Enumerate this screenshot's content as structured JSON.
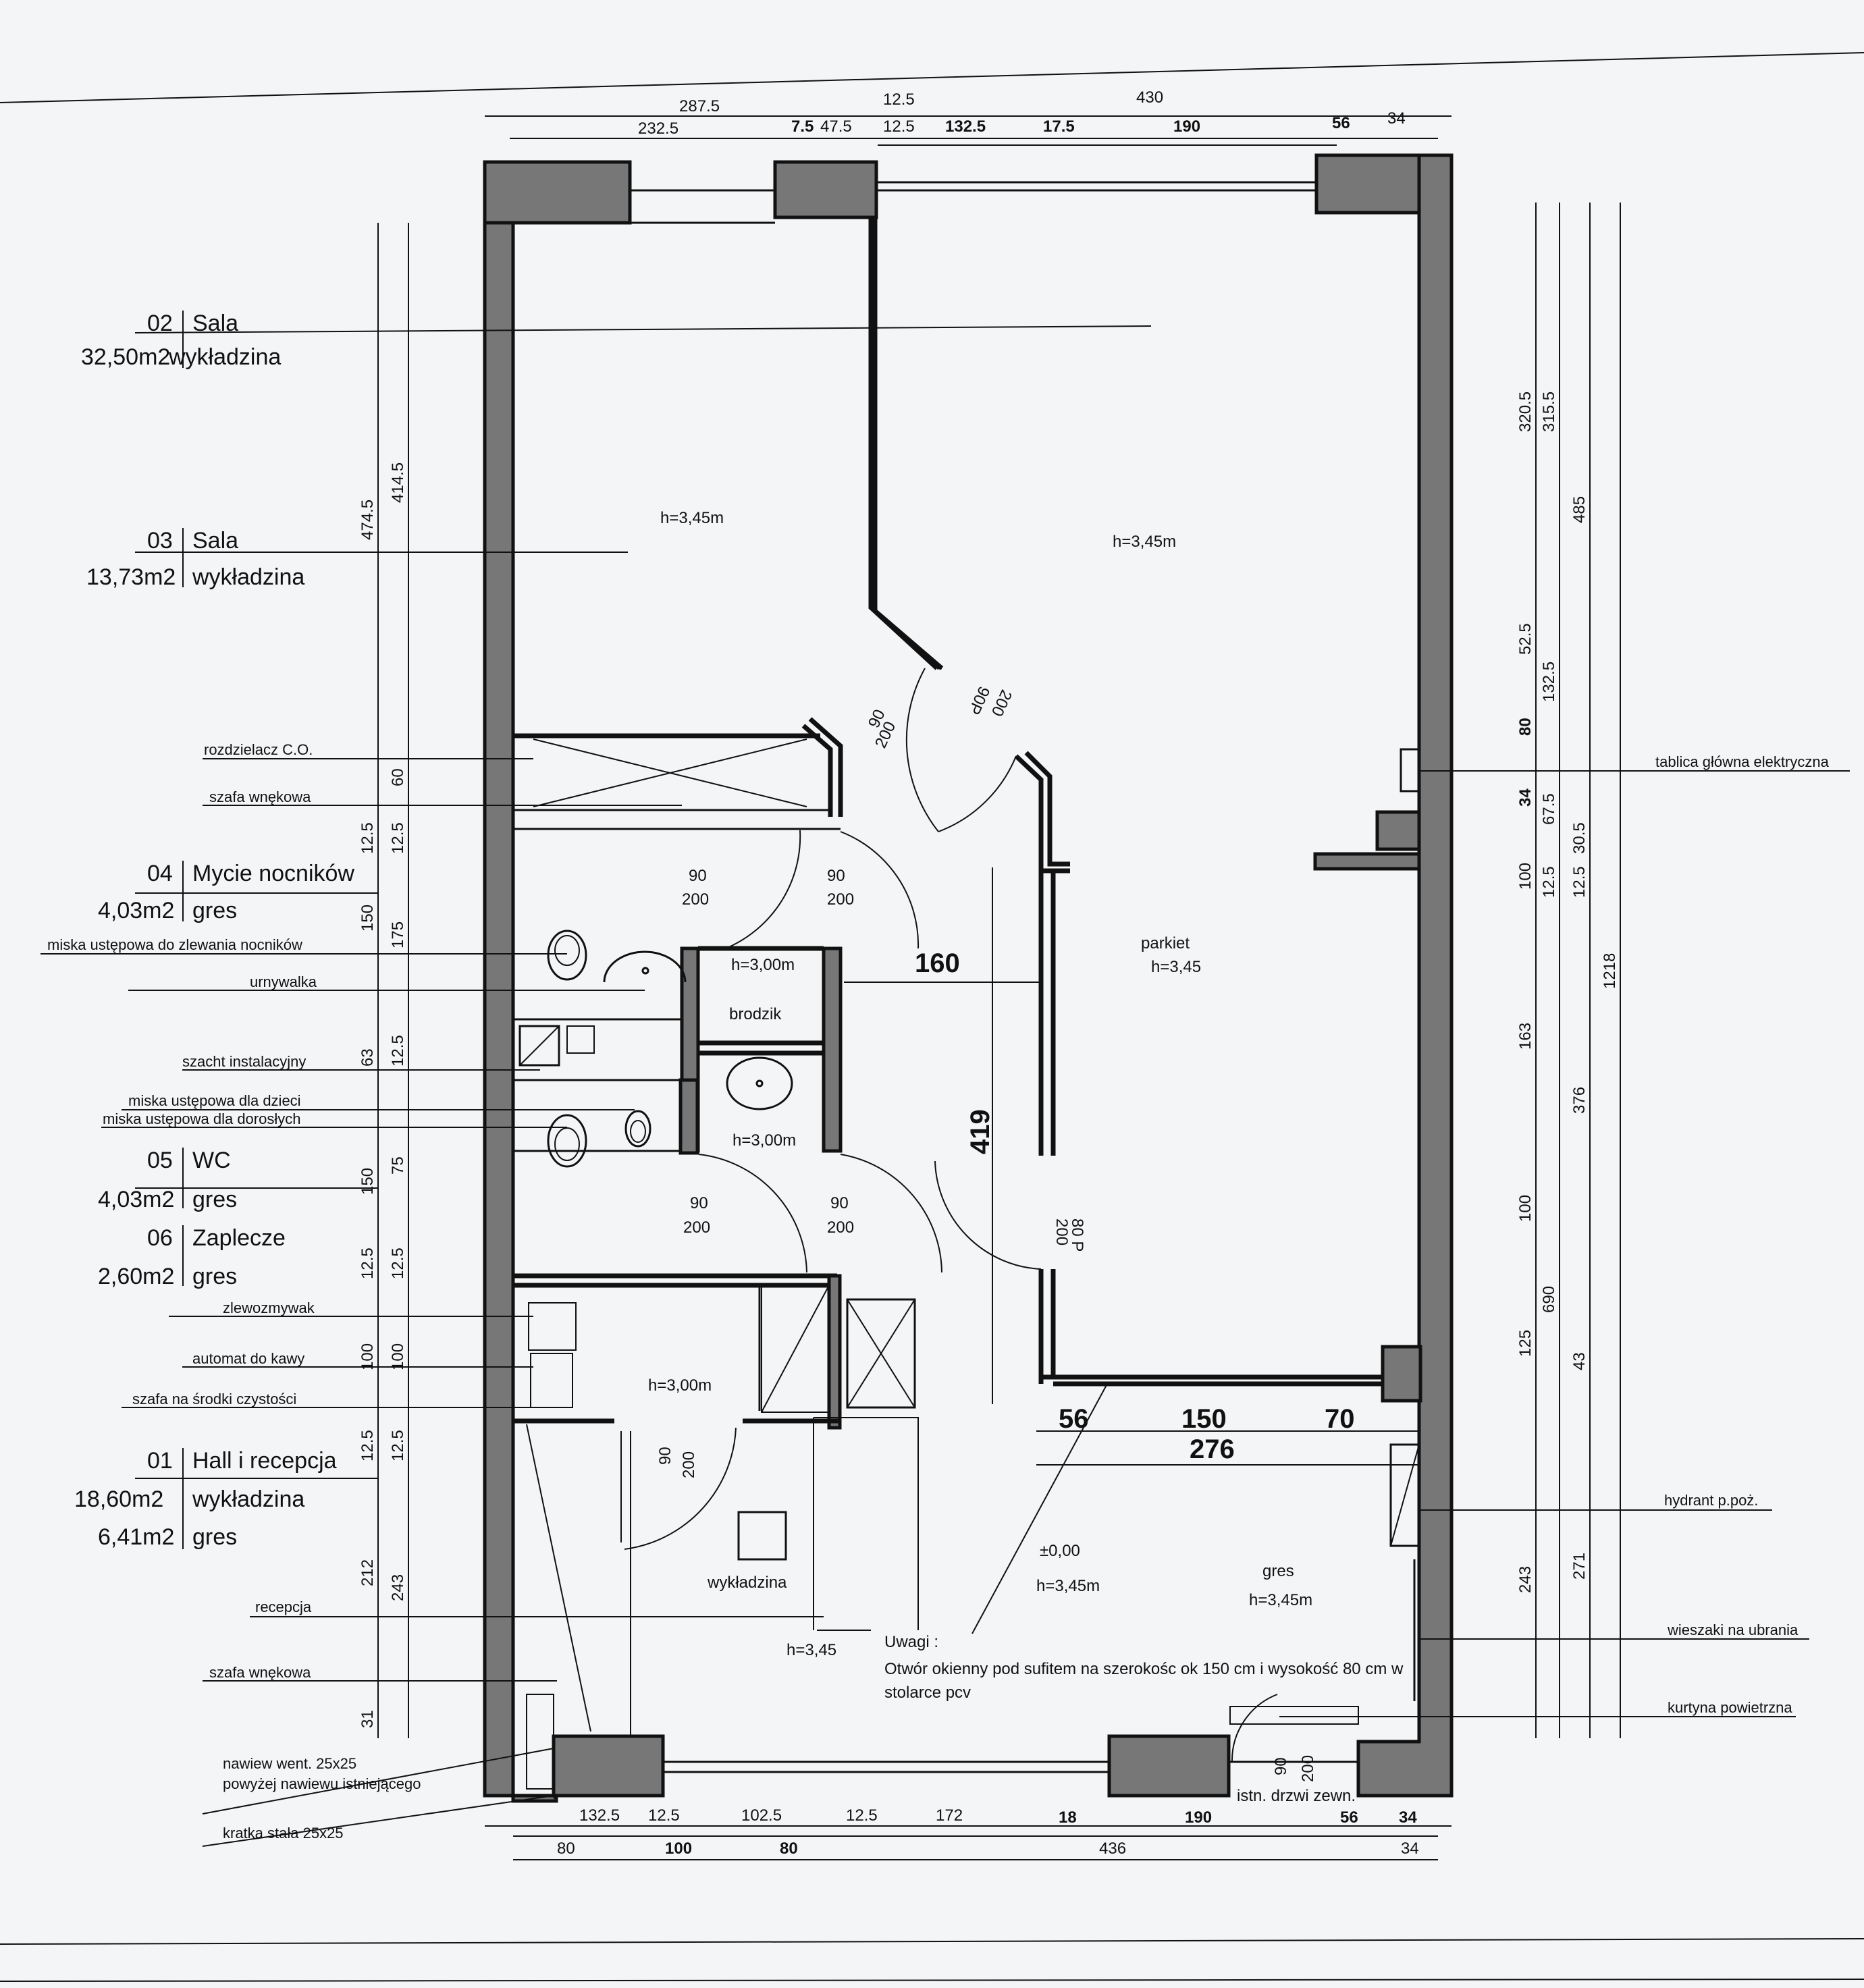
{
  "colors": {
    "paper": "#f4f5f7",
    "ink": "#111111",
    "wall": "#777777"
  },
  "rooms": [
    {
      "no": "02",
      "name": "Sala",
      "area": "32,50m2",
      "floor": "wykładzina"
    },
    {
      "no": "03",
      "name": "Sala",
      "area": "13,73m2",
      "floor": "wykładzina"
    },
    {
      "no": "04",
      "name": "Mycie nocników",
      "area": "4,03m2",
      "floor": "gres"
    },
    {
      "no": "05",
      "name": "WC",
      "area": "4,03m2",
      "floor": "gres"
    },
    {
      "no": "06",
      "name": "Zaplecze",
      "area": "2,60m2",
      "floor": "gres"
    },
    {
      "no": "01",
      "name": "Hall i recepcja",
      "area": "18,60m2",
      "floor": "wykładzina",
      "area2": "6,41m2",
      "floor2": "gres"
    }
  ],
  "left_labels": [
    "rozdzielacz C.O.",
    "szafa wnękowa",
    "miska ustępowa do zlewania nocników",
    "urnywalka",
    "szacht instalacyjny",
    "miska ustępowa dla dzieci",
    "miska ustępowa dla dorosłych",
    "zlewozmywak",
    "automat do kawy",
    "szafa na środki czystości",
    "recepcja",
    "szafa wnękowa",
    "nawiew went. 25x25",
    "powyżej nawiewu istniejącego",
    "kratka stała 25x25"
  ],
  "right_labels": [
    "tablica główna elektryczna",
    "hydrant p.poż.",
    "wieszaki na ubrania",
    "kurtyna powietrzna"
  ],
  "inner_labels": {
    "h345_a": "h=3,45m",
    "h345_b": "h=3,45m",
    "parkiet": "parkiet",
    "h345_c": "h=3,45",
    "h300_a": "h=3,00m",
    "brodzik": "brodzik",
    "h300_b": "h=3,00m",
    "h300_c": "h=3,00m",
    "wykladzina": "wykładzina",
    "h345_d": "h=3,45",
    "level": "±0,00",
    "h345_e": "h=3,45m",
    "gres": "gres",
    "h345_f": "h=3,45m",
    "door_ext": "istn. drzwi zewn."
  },
  "doors": {
    "d90": "90",
    "d200": "200",
    "d90P": "90P",
    "d80P": "80 P"
  },
  "dims_top": {
    "total_left": "287.5",
    "t12_5": "12.5",
    "total_right": "430",
    "s232_5": "232.5",
    "s7_5": "7.5",
    "s47_5": "47.5",
    "s12_5b": "12.5",
    "s132_5": "132.5",
    "s17_5": "17.5",
    "s190": "190",
    "s56": "56",
    "s34": "34"
  },
  "dims_inner": {
    "w160": "160",
    "h419": "419",
    "a56": "56",
    "a150": "150",
    "a70": "70",
    "a276": "276"
  },
  "dims_left": [
    "474.5",
    "414.5",
    "60",
    "12.5",
    "12.5",
    "150",
    "175",
    "63",
    "12.5",
    "150",
    "75",
    "12.5",
    "12.5",
    "100",
    "100",
    "12.5",
    "12.5",
    "212",
    "243",
    "31"
  ],
  "dims_right": [
    "320.5",
    "315.5",
    "485",
    "52.5",
    "132.5",
    "80",
    "34",
    "67.5",
    "30.5",
    "100",
    "12.5",
    "12.5",
    "163",
    "376",
    "1218",
    "100",
    "690",
    "125",
    "43",
    "243",
    "271"
  ],
  "dims_bottom": {
    "b132_5": "132.5",
    "b12_5": "12.5",
    "b102_5": "102.5",
    "b12_5b": "12.5",
    "b172": "172",
    "b18": "18",
    "b190": "190",
    "b56": "56",
    "b34": "34",
    "c80": "80",
    "c100": "100",
    "c80b": "80",
    "c436": "436",
    "c34": "34"
  },
  "note": {
    "title": "Uwagi :",
    "line1": "Otwór okienny pod sufitem na szerokośc ok 150 cm i wysokość 80 cm w",
    "line2": "stolarce pcv"
  }
}
